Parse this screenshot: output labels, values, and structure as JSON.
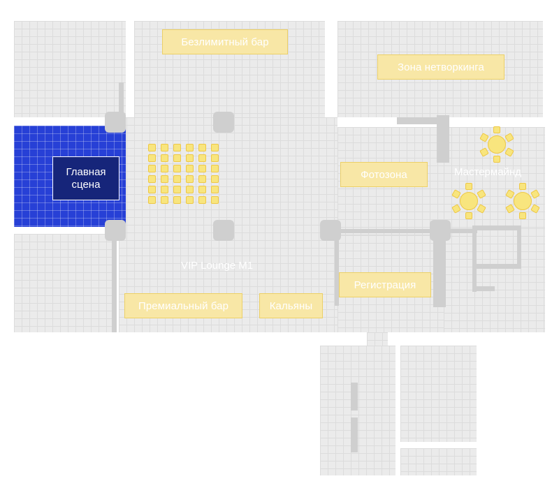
{
  "zones": {
    "unlimited_bar": "Безлимитный бар",
    "networking": "Зона нетворкинга",
    "main_stage_line1": "Главная",
    "main_stage_line2": "сцена",
    "photozone": "Фотозона",
    "mastermind": "Мастермайнд",
    "vip_lounge": "VIP Lounge M1",
    "registration": "Регистрация",
    "premium_bar": "Премиальный бар",
    "hookahs": "Кальяны"
  },
  "theater_seating": {
    "rows": 6,
    "cols": 6
  },
  "round_tables": {
    "count": 3,
    "seats_per_table": 6
  },
  "colors": {
    "floor": "#ebebeb",
    "grid": "#dcdcdc",
    "wall": "#cfcfcf",
    "stage": "#2740d6",
    "stage_label": "#16257a",
    "zone_label": "#f8e7a6",
    "furniture": "#f8e57e"
  }
}
